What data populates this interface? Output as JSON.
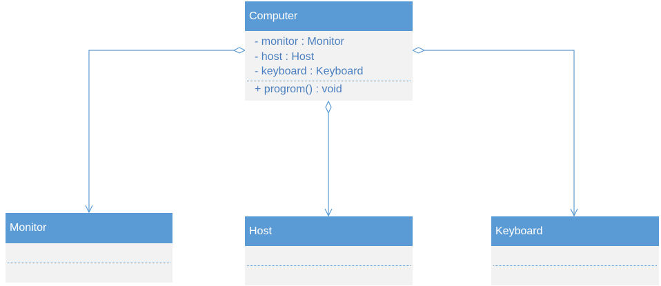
{
  "diagram": {
    "colors": {
      "header": "#5b9bd5",
      "body": "#f2f2f2",
      "text": "#4a7fc0",
      "line": "#5b9bd5"
    },
    "classes": {
      "computer": {
        "name": "Computer",
        "attributes": [
          "- monitor : Monitor",
          "- host : Host",
          "- keyboard : Keyboard"
        ],
        "operations": [
          "+ progrom() : void"
        ]
      },
      "monitor": {
        "name": "Monitor",
        "attributes": [],
        "operations": []
      },
      "host": {
        "name": "Host",
        "attributes": [],
        "operations": []
      },
      "keyboard": {
        "name": "Keyboard",
        "attributes": [],
        "operations": []
      }
    },
    "relations": [
      {
        "type": "aggregation",
        "whole": "Computer",
        "part": "Monitor"
      },
      {
        "type": "aggregation",
        "whole": "Computer",
        "part": "Host"
      },
      {
        "type": "aggregation",
        "whole": "Computer",
        "part": "Keyboard"
      }
    ]
  }
}
